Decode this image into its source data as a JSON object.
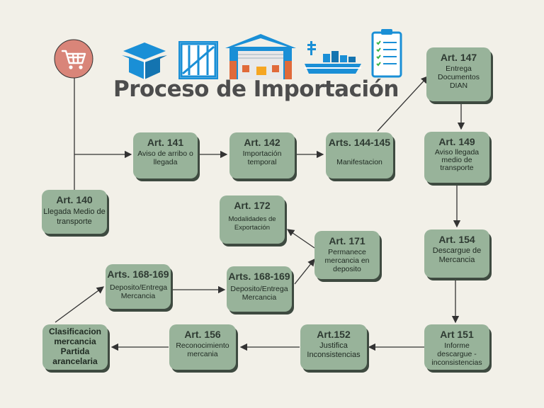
{
  "title": "Proceso de Importación",
  "nodes": {
    "art140": {
      "heading": "Art. 140",
      "text": "Llegada Medio de transporte"
    },
    "art141": {
      "heading": "Art. 141",
      "text": "Aviso de arribo o llegada"
    },
    "art142": {
      "heading": "Art. 142",
      "text": "Importación temporal"
    },
    "art144": {
      "heading": "Arts. 144-145",
      "text": "Manifestacion"
    },
    "art147": {
      "heading": "Art. 147",
      "text": "Entrega Documentos DIAN"
    },
    "art149": {
      "heading": "Art. 149",
      "text": "Aviso llegada medio de transporte"
    },
    "art154": {
      "heading": "Art. 154",
      "text": "Descargue de Mercancia"
    },
    "art151": {
      "heading": "Art 151",
      "text": "Informe descargue - inconsistencias"
    },
    "art152": {
      "heading": "Art.152",
      "text": "Justifica Inconsistencias"
    },
    "art156": {
      "heading": "Art. 156",
      "text": "Reconocimiento mercania"
    },
    "clasif": {
      "heading": "",
      "text": "Clasificacion mercancia Partida arancelaria"
    },
    "art168a": {
      "heading": "Arts. 168-169",
      "text": "Deposito/Entrega Mercancia"
    },
    "art168b": {
      "heading": "Arts. 168-169",
      "text": "Deposito/Entrega Mercancia"
    },
    "art171": {
      "heading": "Art. 171",
      "text": "Permanece mercancia en deposito"
    },
    "art172": {
      "heading": "Art. 172",
      "text": "Modalidades de Exportación"
    }
  },
  "icons": [
    "shopping-cart-icon",
    "open-box-icon",
    "wooden-crate-icon",
    "warehouse-icon",
    "cargo-ship-icon",
    "checklist-clipboard-icon"
  ],
  "colors": {
    "node": "#98b39a",
    "background": "#f2f0e8",
    "cart_circle": "#d98579",
    "icon_blue": "#1a8fd6"
  }
}
